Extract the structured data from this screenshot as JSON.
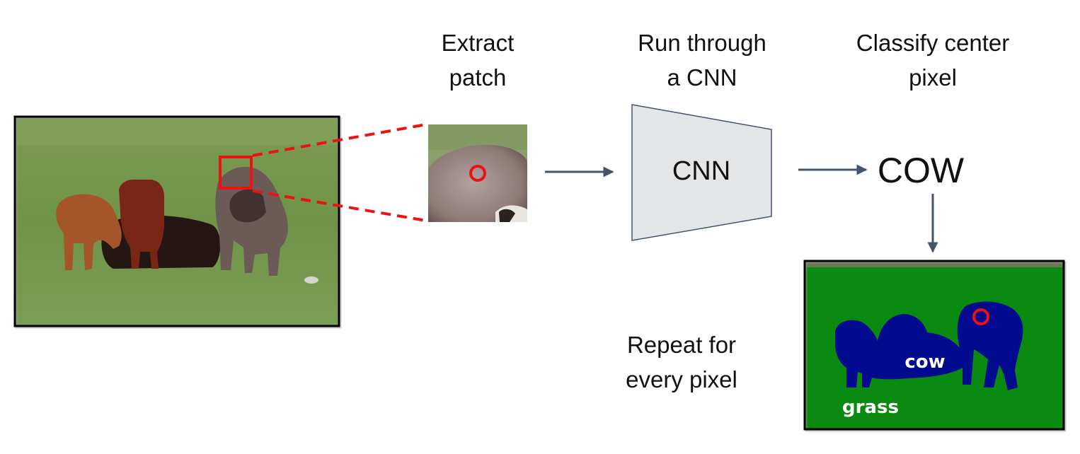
{
  "steps": {
    "extract": {
      "line1": "Extract",
      "line2": "patch"
    },
    "run": {
      "line1": "Run through",
      "line2": "a CNN"
    },
    "classify": {
      "line1": "Classify center",
      "line2": "pixel"
    },
    "repeat": {
      "line1": "Repeat for",
      "line2": "every pixel"
    }
  },
  "cnn_box": {
    "label": "CNN"
  },
  "prediction": {
    "label": "COW"
  },
  "segmentation": {
    "cow_label": "cow",
    "grass_label": "grass",
    "cow_color": "#020a8e",
    "grass_color": "#0b8a12"
  },
  "colors": {
    "highlight": "#ee1111",
    "arrow": "#44546a",
    "cnn_fill": "#e4e5e7"
  }
}
